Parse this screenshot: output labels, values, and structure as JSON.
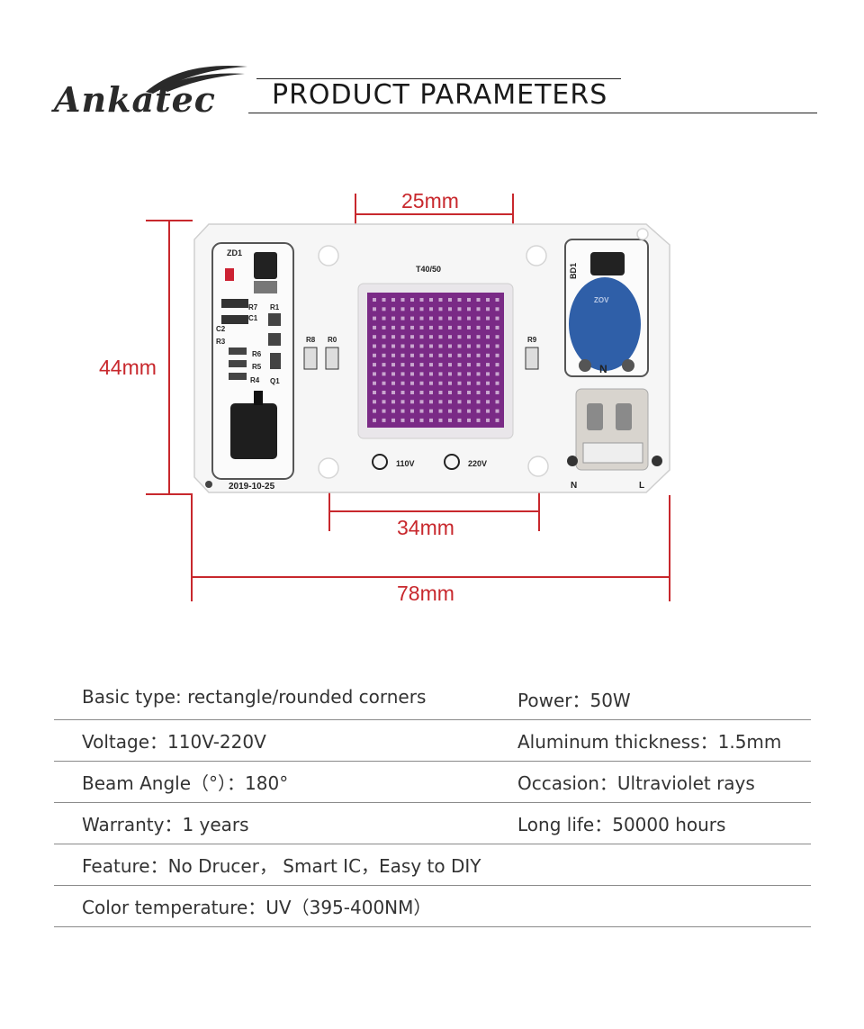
{
  "brand": {
    "name": "Ankatec"
  },
  "header": {
    "title": "PRODUCT PARAMETERS"
  },
  "diagram": {
    "dimensions": {
      "top_width": "25mm",
      "height": "44mm",
      "hole_spacing": "34mm",
      "total_width": "78mm"
    },
    "board": {
      "model": "T40/50",
      "date": "2019-10-25",
      "voltage_110": "110V",
      "voltage_220": "220V",
      "terminal_n": "N",
      "terminal_l": "L",
      "terminal_n2": "N",
      "bridge_label": "BD1",
      "zener_label": "ZD1",
      "varistor_text": "ZOV",
      "labels": [
        "R8",
        "R0",
        "R9",
        "C2",
        "R3",
        "R6",
        "R5",
        "R4",
        "Q1",
        "R7",
        "R1",
        "C1"
      ]
    },
    "colors": {
      "dimension": "#c8282d",
      "pcb": "#f6f6f6",
      "led": "#7a2a86",
      "varistor": "#2f5fa8"
    }
  },
  "specs": {
    "rows": [
      {
        "left": "Basic type: rectangle/rounded corners",
        "right": "Power：50W"
      },
      {
        "left": "Voltage：110V-220V",
        "right": "Aluminum thickness：1.5mm"
      },
      {
        "left": "Beam Angle（°）：180°",
        "right": "Occasion：Ultraviolet rays"
      },
      {
        "left": "Warranty：1 years",
        "right": "Long life：50000 hours"
      },
      {
        "left": "Feature：No Drucer，  Smart IC，Easy to DIY",
        "right": ""
      },
      {
        "left": "Color temperature：UV（395-400NM）",
        "right": ""
      }
    ]
  }
}
